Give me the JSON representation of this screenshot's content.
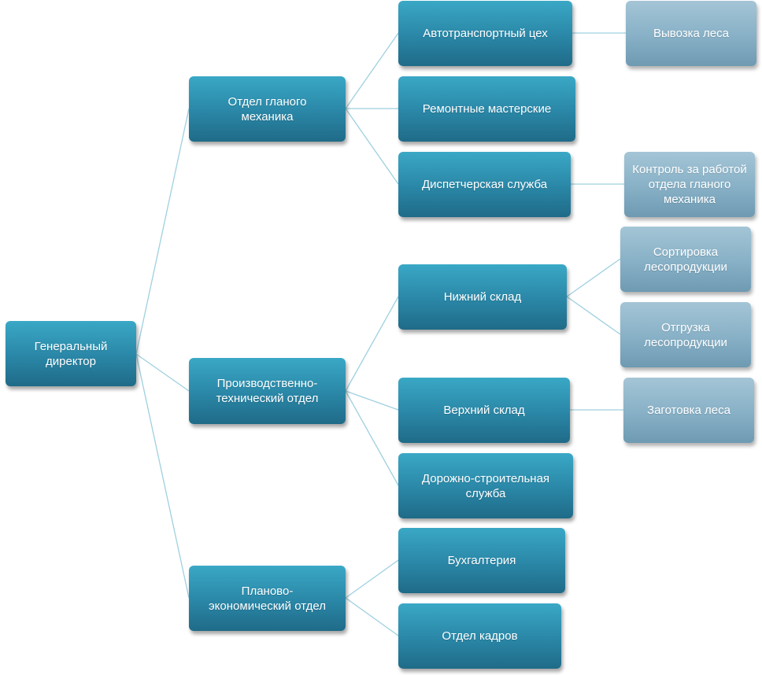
{
  "colors": {
    "node_dark": "#2a86a6",
    "node_light": "#87b0c6",
    "connector": "#9fd0e0",
    "text": "#ffffff"
  },
  "nodes": {
    "general_director": "Генеральный директор",
    "chief_mechanic_dept": "Отдел гланого механика",
    "production_technical_dept": "Производственно-технический отдел",
    "planning_economic_dept": "Планово-экономический отдел",
    "motor_transport_shop": "Автотранспортный цех",
    "repair_workshops": "Ремонтные мастерские",
    "dispatch_service": "Диспетчерская служба",
    "lower_warehouse": "Нижний склад",
    "upper_warehouse": "Верхний склад",
    "road_construction_service": "Дорожно-строительная служба",
    "accounting": "Бухгалтерия",
    "hr_department": "Отдел кадров",
    "timber_hauling": "Вывозка леса",
    "control_chief_mechanic": "Контроль за работой отдела гланого механика",
    "timber_sorting": "Сортировка лесопродукции",
    "timber_shipping": "Отгрузка лесопродукции",
    "timber_harvesting": "Заготовка леса"
  }
}
